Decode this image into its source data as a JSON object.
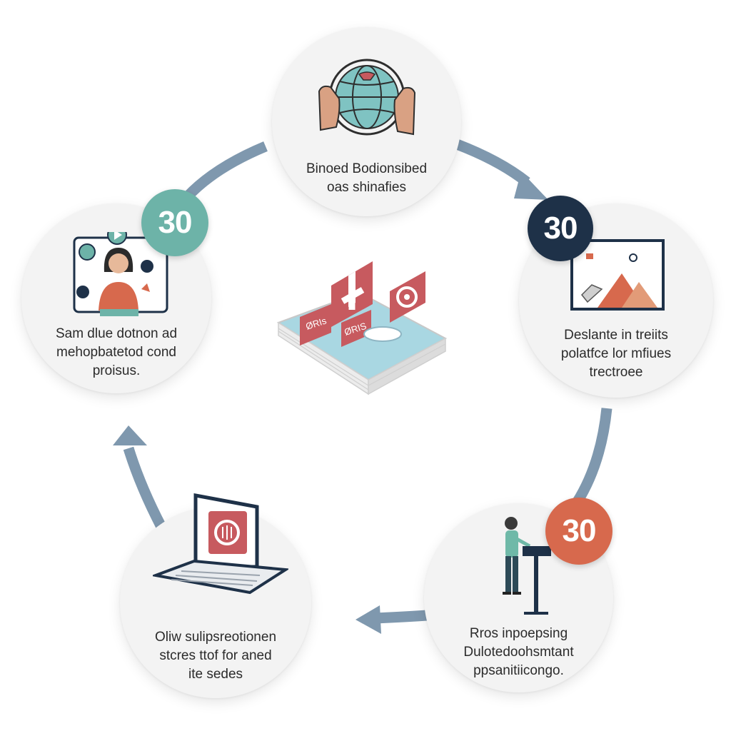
{
  "colors": {
    "arrow": "#7f98ae",
    "node_bg": "#f3f3f3",
    "badge_teal": "#6db3a8",
    "badge_navy": "#1e3148",
    "badge_orange": "#d7694d",
    "accent_red": "#c75a5f",
    "globe_teal": "#7fc3c2",
    "card_blue": "#a9d7e2"
  },
  "nodes": [
    {
      "id": "top",
      "lines": [
        "Binoed Bodionsibed",
        "oas shinafies"
      ],
      "icon": "globe-hands-icon"
    },
    {
      "id": "right",
      "badge": "30",
      "lines": [
        "Deslante in treiits",
        "polatfce lor mfiues",
        "trectroee"
      ],
      "icon": "landscape-screen-icon"
    },
    {
      "id": "bottom-right",
      "badge": "30",
      "lines": [
        "Rros inpoepsing",
        "Dulotedoohsmtant",
        "ppsanitiicongo."
      ],
      "icon": "speaker-podium-icon"
    },
    {
      "id": "bottom-left",
      "lines": [
        "Oliw sulipsreotionen",
        "stcres ttof for aned",
        "ite sedes"
      ],
      "icon": "laptop-icon"
    },
    {
      "id": "left",
      "badge": "30",
      "lines": [
        "Sam dlue dotnon ad",
        "mehopbatetod cond",
        "proisus."
      ],
      "icon": "video-call-icon"
    }
  ],
  "center": {
    "icon": "medical-documents-icon",
    "tag1": "ØRIs",
    "tag2": "ØRIS"
  }
}
